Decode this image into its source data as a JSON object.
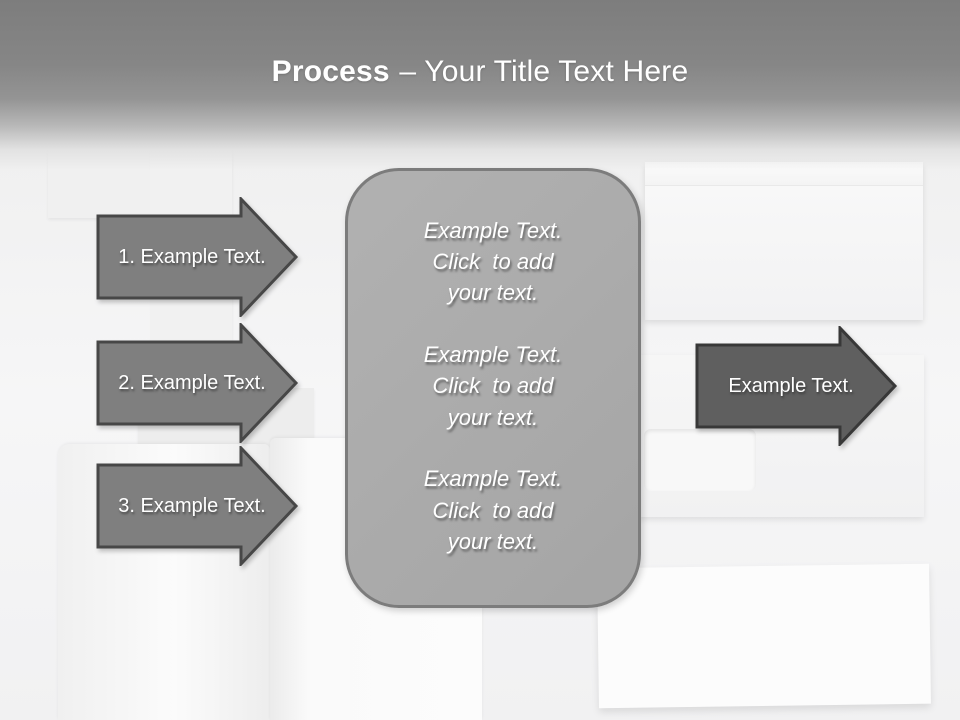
{
  "title": {
    "bold": "Process",
    "rest": "– Your Title Text Here"
  },
  "left_arrows": [
    {
      "label": "1. Example Text."
    },
    {
      "label": "2. Example Text."
    },
    {
      "label": "3. Example Text."
    }
  ],
  "right_arrow": {
    "label": "Example Text."
  },
  "center_box": {
    "blocks": [
      "Example Text.\nClick  to add\nyour text.",
      "Example Text.\nClick  to add\nyour text.",
      "Example Text.\nClick  to add\nyour text."
    ]
  },
  "colors": {
    "header_gray_top": "#7d7d7d",
    "arrow_fill": "#7f7f7f",
    "arrow_border": "#474747",
    "result_arrow_fill": "#5f5f5f",
    "result_arrow_border": "#383838",
    "box_fill": "#aaaaaa",
    "box_border": "#7c7c7c",
    "text": "#ffffff"
  }
}
